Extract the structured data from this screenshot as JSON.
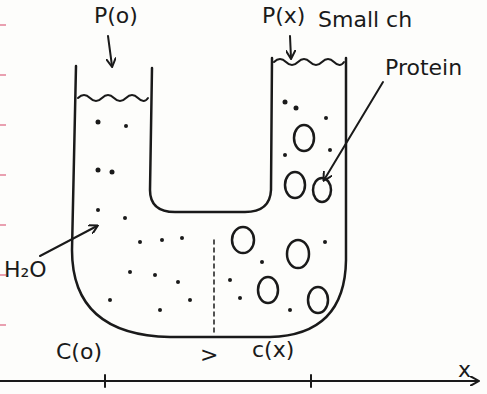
{
  "diagram": {
    "labels": [
      "P(o)",
      "P(x)",
      "Small ch",
      "Protein",
      "H₂O",
      "C(o)",
      ">",
      "c(x)",
      "x"
    ]
  }
}
